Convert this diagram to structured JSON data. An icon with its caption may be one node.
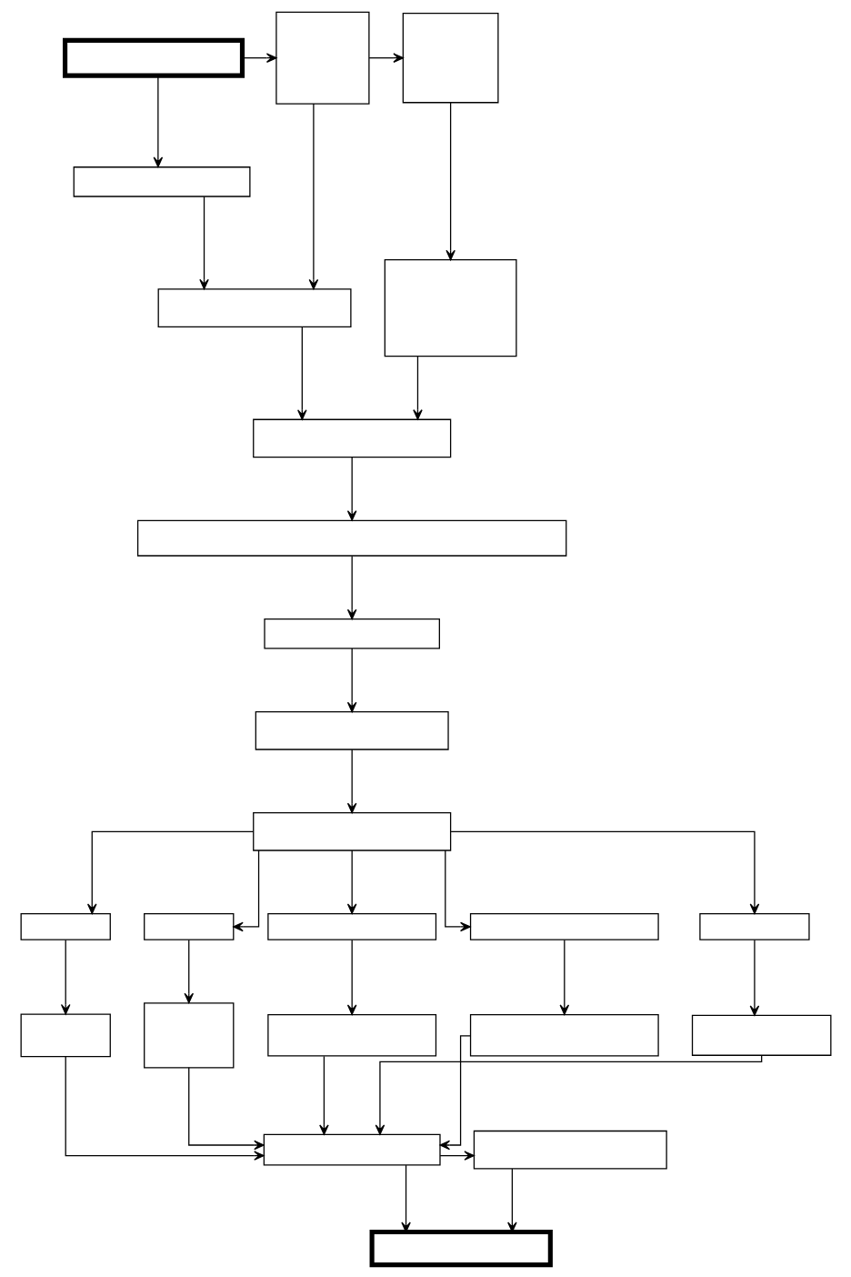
{
  "diagram": {
    "nodes": [
      {
        "text": [],
        "shape": "box"
      },
      {
        "text": [],
        "shape": "box"
      },
      {
        "text": [],
        "shape": "box"
      },
      {
        "text": [],
        "shape": "box"
      },
      {
        "text": [],
        "shape": "box"
      },
      {
        "text": [],
        "shape": "box"
      },
      {
        "text": [],
        "shape": "box"
      },
      {
        "text": [],
        "shape": "box"
      },
      {
        "text": [],
        "shape": "box"
      },
      {
        "text": [],
        "shape": "box"
      },
      {
        "text": [],
        "shape": "box"
      },
      {
        "text": [],
        "shape": "box"
      },
      {
        "text": [],
        "shape": "box"
      },
      {
        "text": [],
        "shape": "box"
      },
      {
        "text": [],
        "shape": "box"
      },
      {
        "text": [],
        "shape": "box"
      },
      {
        "text": [],
        "shape": "box"
      },
      {
        "text": [],
        "shape": "box"
      },
      {
        "text": [],
        "shape": "box"
      },
      {
        "text": [],
        "shape": "box"
      },
      {
        "text": [],
        "shape": "box"
      },
      {
        "text": [],
        "shape": "box"
      },
      {
        "text": [],
        "shape": "box"
      },
      {
        "text": [],
        "shape": "box"
      }
    ],
    "edges": [
      {
        "from": 0,
        "to": 3,
        "arrow": "to"
      },
      {
        "from": 0,
        "to": 1,
        "arrow": "to"
      },
      {
        "from": 1,
        "to": 2,
        "arrow": "to"
      },
      {
        "from": 3,
        "to": 4,
        "arrow": "to"
      },
      {
        "from": 1,
        "to": 4,
        "arrow": "to"
      },
      {
        "from": 2,
        "to": 5,
        "arrow": "to"
      },
      {
        "from": 4,
        "to": 6,
        "arrow": "to"
      },
      {
        "from": 5,
        "to": 6,
        "arrow": "to"
      },
      {
        "from": 6,
        "to": 7,
        "arrow": "to"
      },
      {
        "from": 7,
        "to": 8,
        "arrow": "to"
      },
      {
        "from": 8,
        "to": 9,
        "arrow": "to"
      },
      {
        "from": 9,
        "to": 10,
        "arrow": "to"
      },
      {
        "from": 10,
        "to": 11,
        "arrow": "to"
      },
      {
        "from": 10,
        "to": 12,
        "arrow": "to"
      },
      {
        "from": 10,
        "to": 13,
        "arrow": "to"
      },
      {
        "from": 10,
        "to": 14,
        "arrow": "to"
      },
      {
        "from": 10,
        "to": 15,
        "arrow": "to"
      },
      {
        "from": 11,
        "to": 16,
        "arrow": "to"
      },
      {
        "from": 12,
        "to": 17,
        "arrow": "to"
      },
      {
        "from": 13,
        "to": 18,
        "arrow": "to"
      },
      {
        "from": 14,
        "to": 19,
        "arrow": "to"
      },
      {
        "from": 15,
        "to": 20,
        "arrow": "to"
      },
      {
        "from": 16,
        "to": 21,
        "arrow": "to"
      },
      {
        "from": 17,
        "to": 21,
        "arrow": "to"
      },
      {
        "from": 18,
        "to": 21,
        "arrow": "to"
      },
      {
        "from": 19,
        "to": 21,
        "arrow": "to"
      },
      {
        "from": 20,
        "to": 21,
        "arrow": "to"
      },
      {
        "from": 21,
        "to": 22,
        "arrow": "to"
      },
      {
        "from": 21,
        "to": 23,
        "arrow": "to"
      },
      {
        "from": 22,
        "to": 23,
        "arrow": "to"
      }
    ]
  }
}
